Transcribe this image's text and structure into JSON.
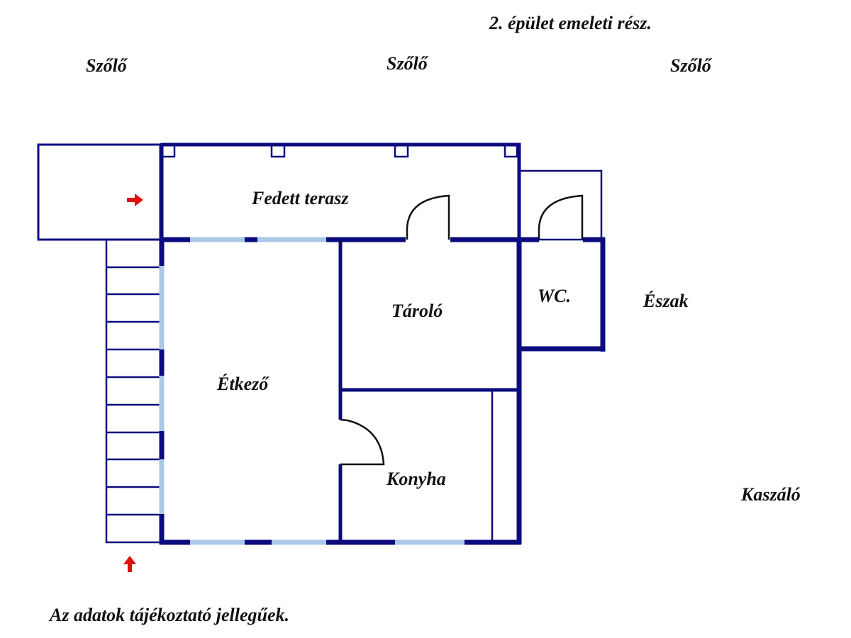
{
  "title": "2. épület emeleti rész.",
  "surroundings": {
    "vineyard_left": "Szőlő",
    "vineyard_center": "Szőlő",
    "vineyard_right": "Szőlő",
    "north": "Észak",
    "meadow": "Kaszáló"
  },
  "rooms": {
    "terrace": "Fedett terasz",
    "storage": "Tároló",
    "wc": "WC.",
    "dining": "Étkező",
    "kitchen": "Konyha"
  },
  "disclaimer": "Az adatok tájékoztató jellegűek.",
  "colors": {
    "wall": "#0b0b7e",
    "window": "#a9c9e8",
    "arrow": "#e01010",
    "text": "#111111"
  }
}
